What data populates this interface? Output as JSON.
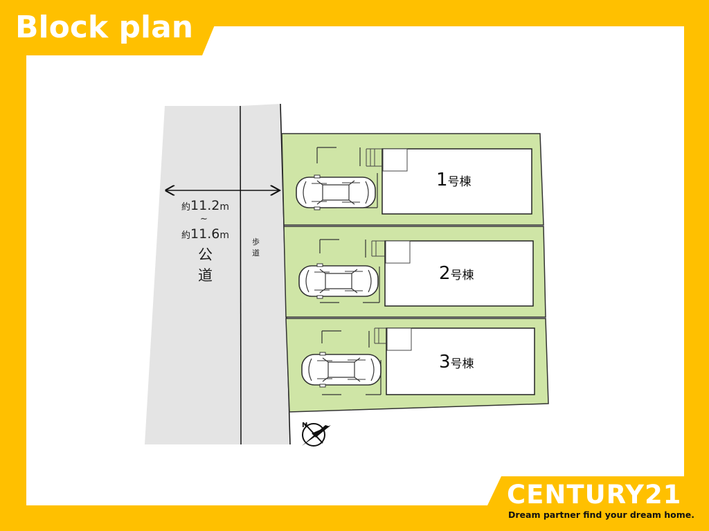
{
  "header": {
    "title": "Block plan"
  },
  "road": {
    "width_prefix": "約",
    "width_min": "11.2",
    "width_sep": "~",
    "width_max": "11.6",
    "unit": "m",
    "name_1": "公",
    "name_2": "道"
  },
  "sidewalk": {
    "label_1": "歩",
    "label_2": "道"
  },
  "lots": [
    {
      "number": "1",
      "suffix": "号棟"
    },
    {
      "number": "2",
      "suffix": "号棟"
    },
    {
      "number": "3",
      "suffix": "号棟"
    }
  ],
  "colors": {
    "frame": "#ffc000",
    "lot_fill": "#cfe5a6",
    "road": "#e4e4e4"
  },
  "icons": {
    "compass": "north-compass-icon",
    "car": "car-icon"
  },
  "brand": {
    "name": "CENTURY21",
    "tagline": "Dream partner find your dream home."
  }
}
